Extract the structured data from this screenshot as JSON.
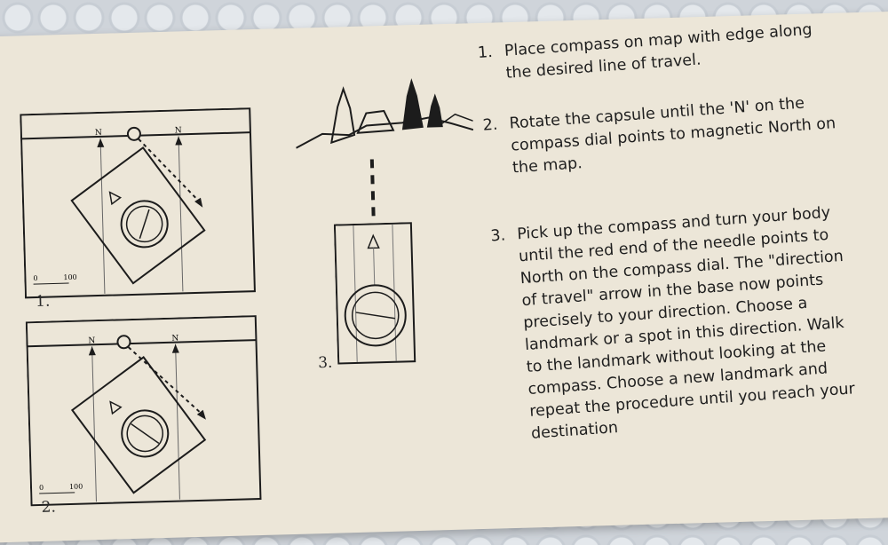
{
  "figures": {
    "fig1_label": "1.",
    "fig2_label": "2.",
    "fig3_label": "3.",
    "north_label": "N",
    "scale_zero": "0",
    "scale_label": "100"
  },
  "steps": [
    {
      "num": "1.",
      "text": "Place compass on map with edge along the desired line of travel."
    },
    {
      "num": "2.",
      "text": "Rotate the capsule until the 'N' on the compass dial points to magnetic North on the map."
    },
    {
      "num": "3.",
      "text": "Pick up the compass and turn your body until the red end of the needle points to North on the compass dial. The \"direction of travel\" arrow in the base now points precisely to your direction. Choose a landmark or a spot in this direction. Walk to the landmark without looking at the compass. Choose a new landmark and repeat the procedure until you reach your destination"
    }
  ]
}
